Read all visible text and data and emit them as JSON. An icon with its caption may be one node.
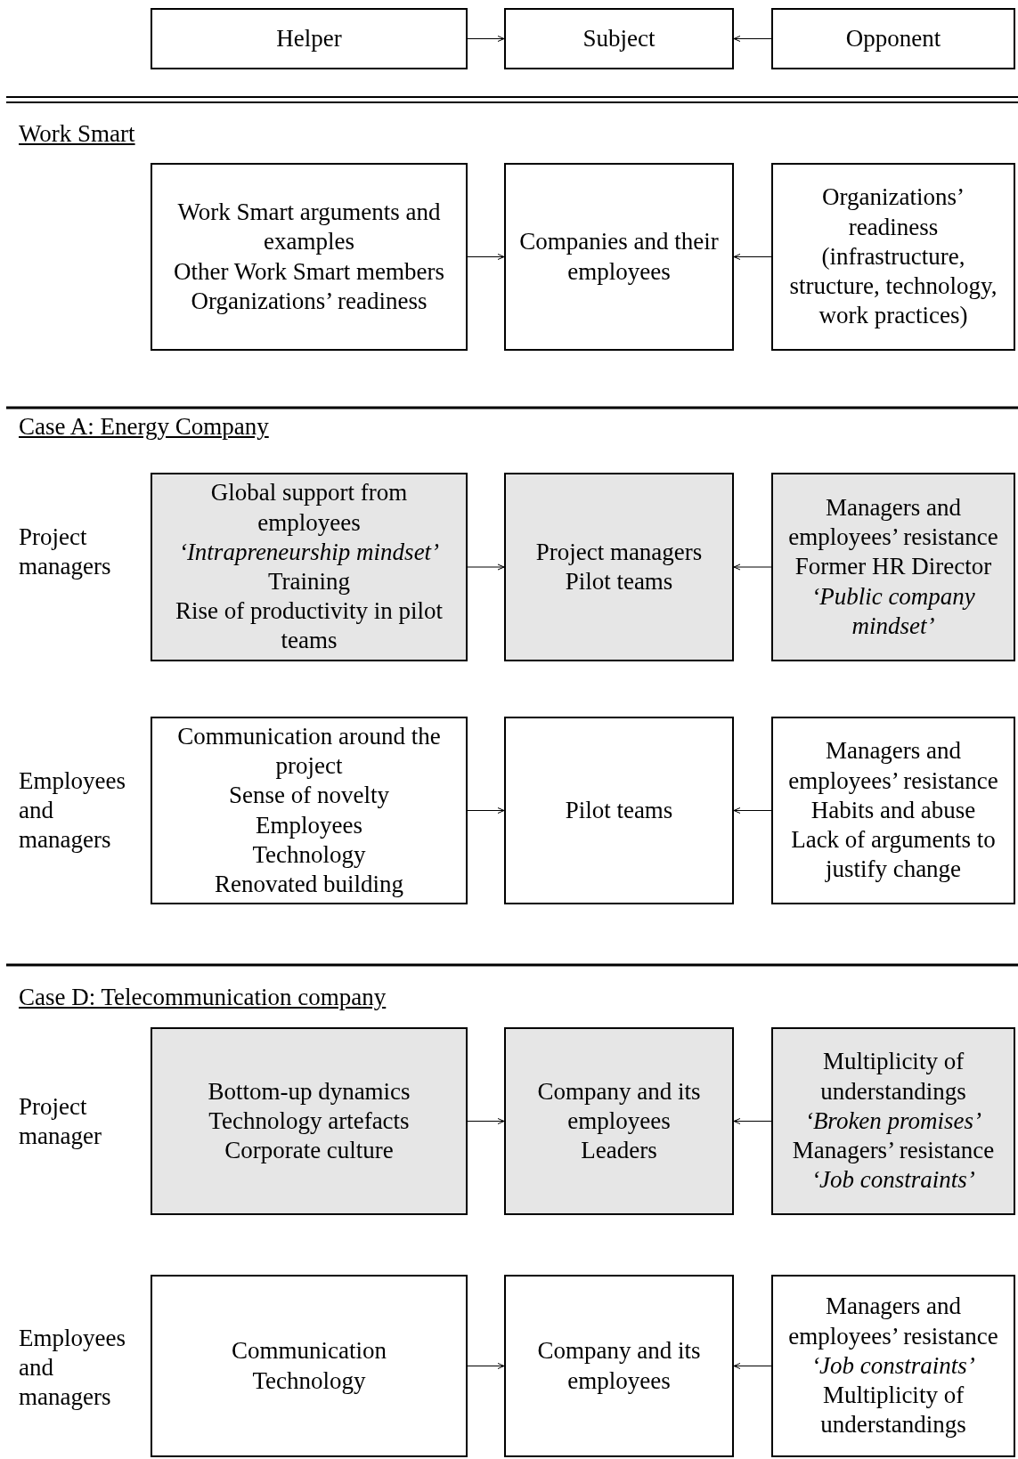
{
  "diagram": {
    "nodes": [
      {
        "text": [
          "Helper"
        ]
      },
      {
        "text": [
          "Subject"
        ]
      },
      {
        "text": [
          "Opponent"
        ]
      },
      {
        "text": [
          "Work Smart arguments and examples",
          "Other Work Smart members",
          "Organizations’ readiness"
        ]
      },
      {
        "text": [
          "Companies and their employees"
        ]
      },
      {
        "text": [
          "Organizations’ readiness (infrastructure, structure, technology, work practices)"
        ]
      },
      {
        "text": [
          "Global support from employees",
          "*‘Intrapreneurship mindset’*",
          "Training",
          "Rise of productivity in pilot teams"
        ]
      },
      {
        "text": [
          "Project managers",
          "Pilot teams"
        ]
      },
      {
        "text": [
          "Managers and employees’ resistance",
          "Former HR Director",
          "*‘Public company mindset’*"
        ]
      },
      {
        "text": [
          "Communication around the project",
          "Sense of novelty",
          "Employees",
          "Technology",
          "Renovated building"
        ]
      },
      {
        "text": [
          "Pilot teams"
        ]
      },
      {
        "text": [
          "Managers and employees’ resistance",
          "Habits and abuse",
          "Lack of arguments to justify change"
        ]
      },
      {
        "text": [
          "Bottom-up dynamics",
          "Technology artefacts",
          "Corporate culture"
        ]
      },
      {
        "text": [
          "Company and its employees",
          "Leaders"
        ]
      },
      {
        "text": [
          "Multiplicity of understandings",
          "*‘Broken promises’*",
          "Managers’ resistance",
          "*‘Job constraints’*"
        ]
      },
      {
        "text": [
          "Communication",
          "Technology"
        ]
      },
      {
        "text": [
          "Company and its employees"
        ]
      },
      {
        "text": [
          "Managers and employees’ resistance",
          "*‘Job constraints’*",
          "Multiplicity of understandings"
        ]
      }
    ],
    "edges": [
      {
        "from": 0,
        "to": 1,
        "arrow": "to"
      },
      {
        "from": 2,
        "to": 1,
        "arrow": "to"
      },
      {
        "from": 3,
        "to": 4,
        "arrow": "to"
      },
      {
        "from": 5,
        "to": 4,
        "arrow": "to"
      },
      {
        "from": 6,
        "to": 7,
        "arrow": "to"
      },
      {
        "from": 8,
        "to": 7,
        "arrow": "to"
      },
      {
        "from": 9,
        "to": 10,
        "arrow": "to"
      },
      {
        "from": 11,
        "to": 10,
        "arrow": "to"
      },
      {
        "from": 12,
        "to": 13,
        "arrow": "to"
      },
      {
        "from": 14,
        "to": 13,
        "arrow": "to"
      },
      {
        "from": 15,
        "to": 16,
        "arrow": "to"
      },
      {
        "from": 17,
        "to": 16,
        "arrow": "to"
      }
    ],
    "labels": [
      "Work Smart",
      "Case A: Energy Company",
      "Project managers",
      "Employees and managers",
      "Case D: Telecommunication company",
      "Project manager",
      "Employees and managers"
    ]
  }
}
